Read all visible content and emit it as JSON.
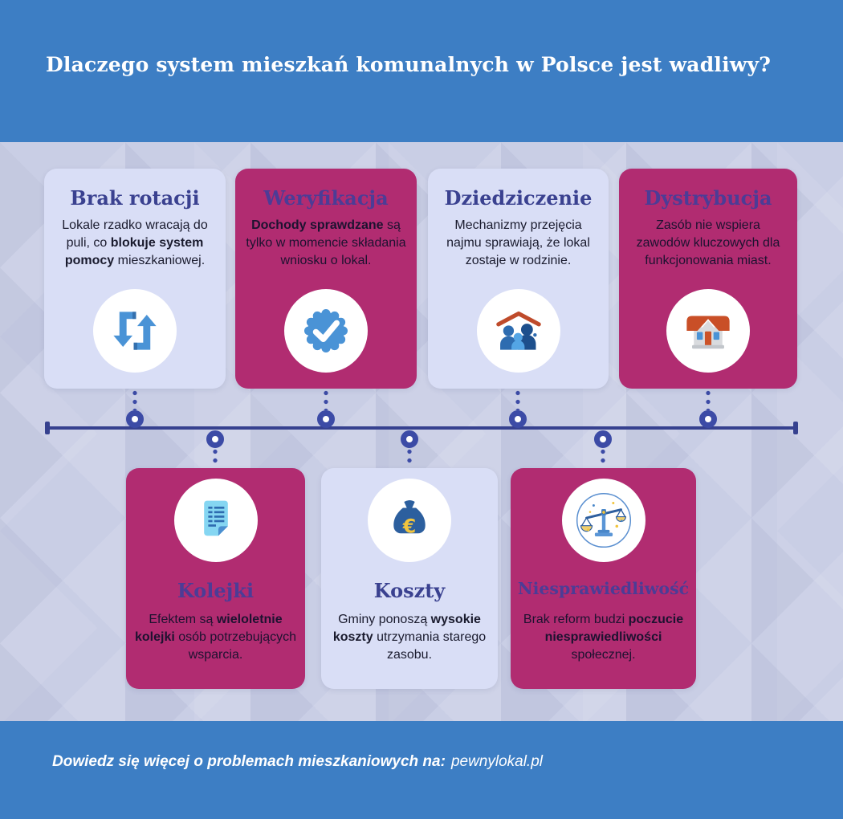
{
  "header": {
    "title": "Dlaczego system mieszkań komunalnych w Polsce jest wadliwy?"
  },
  "cards_top": [
    {
      "title": "Brak rotacji",
      "variant": "light",
      "icon": "sync-arrows-icon",
      "body": [
        {
          "t": "Lokale rzadko wracają do puli, co ",
          "b": false
        },
        {
          "t": "blokuje system pomocy",
          "b": true
        },
        {
          "t": " mieszkaniowej.",
          "b": false
        }
      ]
    },
    {
      "title": "Weryfikacja",
      "variant": "magenta",
      "icon": "verified-badge-icon",
      "body": [
        {
          "t": "Dochody sprawdzane",
          "b": true
        },
        {
          "t": " są tylko w momencie składania wniosku o lokal.",
          "b": false
        }
      ]
    },
    {
      "title": "Dziedziczenie",
      "variant": "light",
      "icon": "family-under-roof-icon",
      "body": [
        {
          "t": "Mechanizmy przejęcia najmu sprawiają, że lokal zostaje w rodzinie.",
          "b": false
        }
      ]
    },
    {
      "title": "Dystrybucja",
      "variant": "magenta",
      "icon": "house-icon",
      "body": [
        {
          "t": "Zasób nie wspiera zawodów kluczowych dla funkcjonowania miast.",
          "b": false
        }
      ]
    }
  ],
  "cards_bottom": [
    {
      "title": "Kolejki",
      "variant": "magenta",
      "icon": "document-list-icon",
      "body": [
        {
          "t": "Efektem są ",
          "b": false
        },
        {
          "t": "wieloletnie kolejki",
          "b": true
        },
        {
          "t": " osób potrzebujących wsparcia.",
          "b": false
        }
      ]
    },
    {
      "title": "Koszty",
      "variant": "light",
      "icon": "money-bag-euro-icon",
      "body": [
        {
          "t": "Gminy ponoszą ",
          "b": false
        },
        {
          "t": "wysokie koszty",
          "b": true
        },
        {
          "t": " utrzymania starego zasobu.",
          "b": false
        }
      ]
    },
    {
      "title": "Niesprawiedliwość",
      "variant": "magenta",
      "icon": "scales-of-justice-icon",
      "body": [
        {
          "t": "Brak reform budzi ",
          "b": false
        },
        {
          "t": "poczucie niesprawiedliwości",
          "b": true
        },
        {
          "t": " społecznej.",
          "b": false
        }
      ]
    }
  ],
  "footer": {
    "label": "Dowiedz się więcej o problemach mieszkaniowych na:",
    "site": "pewnylokal.pl"
  },
  "colors": {
    "header_blue": "#3d7ec4",
    "magenta": "#b12c71",
    "light_card": "#d9def6",
    "background": "#c9cee5",
    "title_indigo": "#3a4190",
    "magenta_card_title": "#4c3c96",
    "timeline": "#36418f",
    "body_text": "#1a1b2e",
    "icon_blue": "#4a93d6",
    "icon_yellow": "#f2c53d",
    "roof_orange": "#c94f27"
  }
}
